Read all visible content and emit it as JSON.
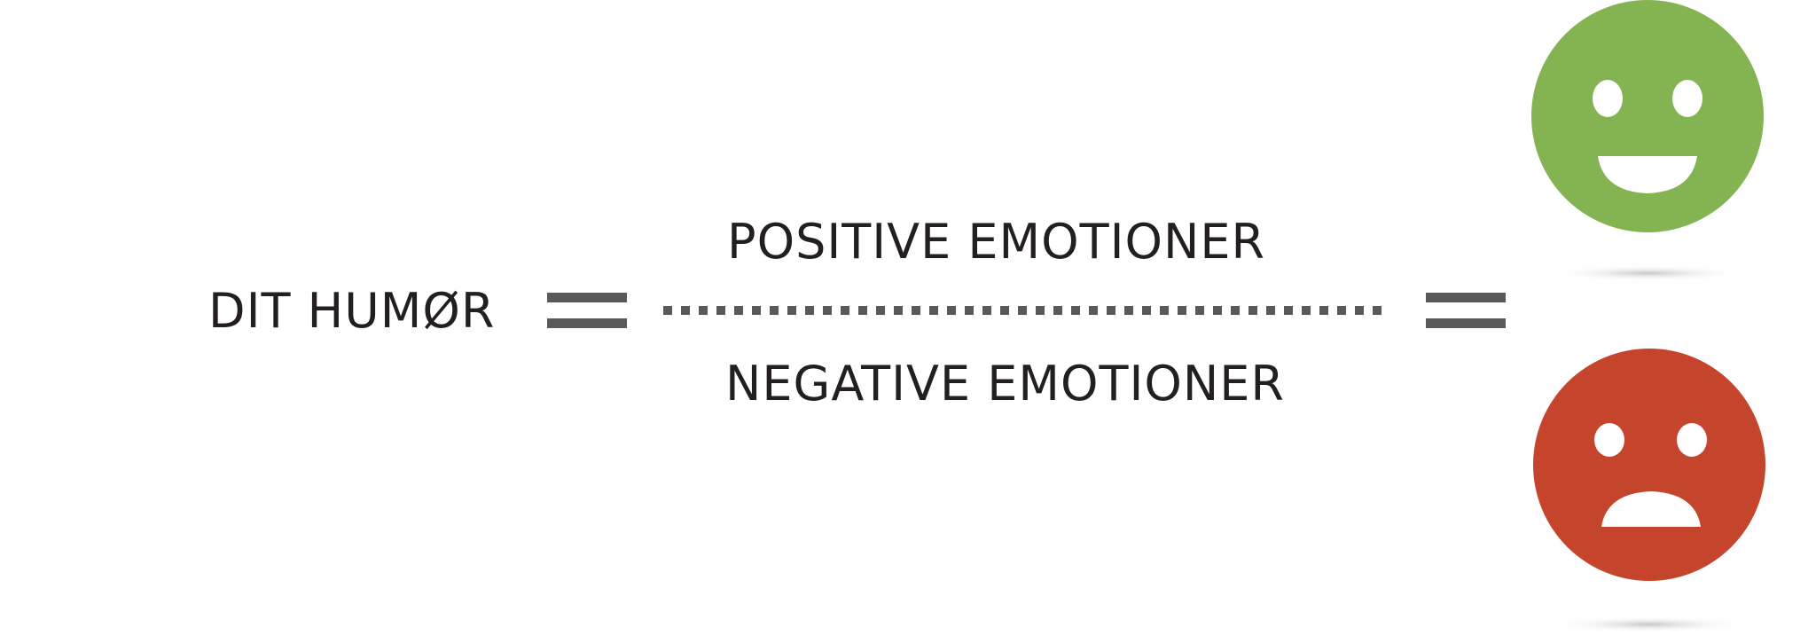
{
  "formula": {
    "left_term": "DIT HUMØR",
    "numerator": "POSITIVE EMOTIONER",
    "denominator": "NEGATIVE EMOTIONER"
  },
  "results": [
    {
      "mood": "happy",
      "icon": "happy-face-icon",
      "color": "#84b352"
    },
    {
      "mood": "sad",
      "icon": "sad-face-icon",
      "color": "#c4452c"
    }
  ],
  "colors": {
    "text": "#231f20",
    "operator": "#58595b",
    "shadow": "#cfcfcf",
    "background": "#ffffff"
  }
}
